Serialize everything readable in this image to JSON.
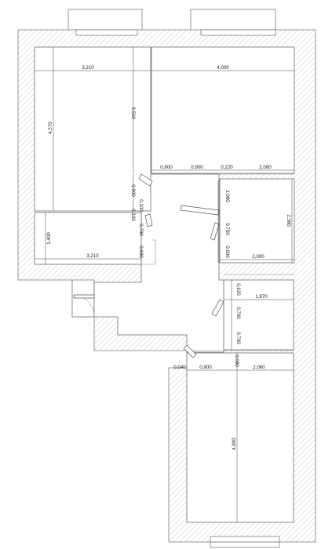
{
  "dimensions": {
    "room1_width_top": "3,210",
    "room2_width": "4,000",
    "room1_height_total": "4,570",
    "room1_height_inner": "3,510",
    "room1_corridor_900": "0,900",
    "corridor_100": "0,100",
    "corridor_100b": "0,100",
    "corridor_700a": "0,700",
    "corridor_600a": "0,600",
    "room3_height": "1,400",
    "room3_width": "3,210",
    "seg_800": "0,800",
    "seg_900a": "0,900",
    "seg_220": "0,220",
    "seg_2080": "2,080",
    "bath1_1080": "1,080",
    "bath1_700": "0,700",
    "bath1_600": "0,600",
    "bath1_height": "2,380",
    "bath1_width": "2,000",
    "bath2_620": "0,620",
    "bath2_width": "1,870",
    "bath2_700a": "0,700",
    "bath2_700b": "0,700",
    "seg_040": "0,040",
    "seg_900b": "0,900",
    "seg_080": "0,080",
    "room4_width": "2,060",
    "room4_height": "4,800"
  }
}
